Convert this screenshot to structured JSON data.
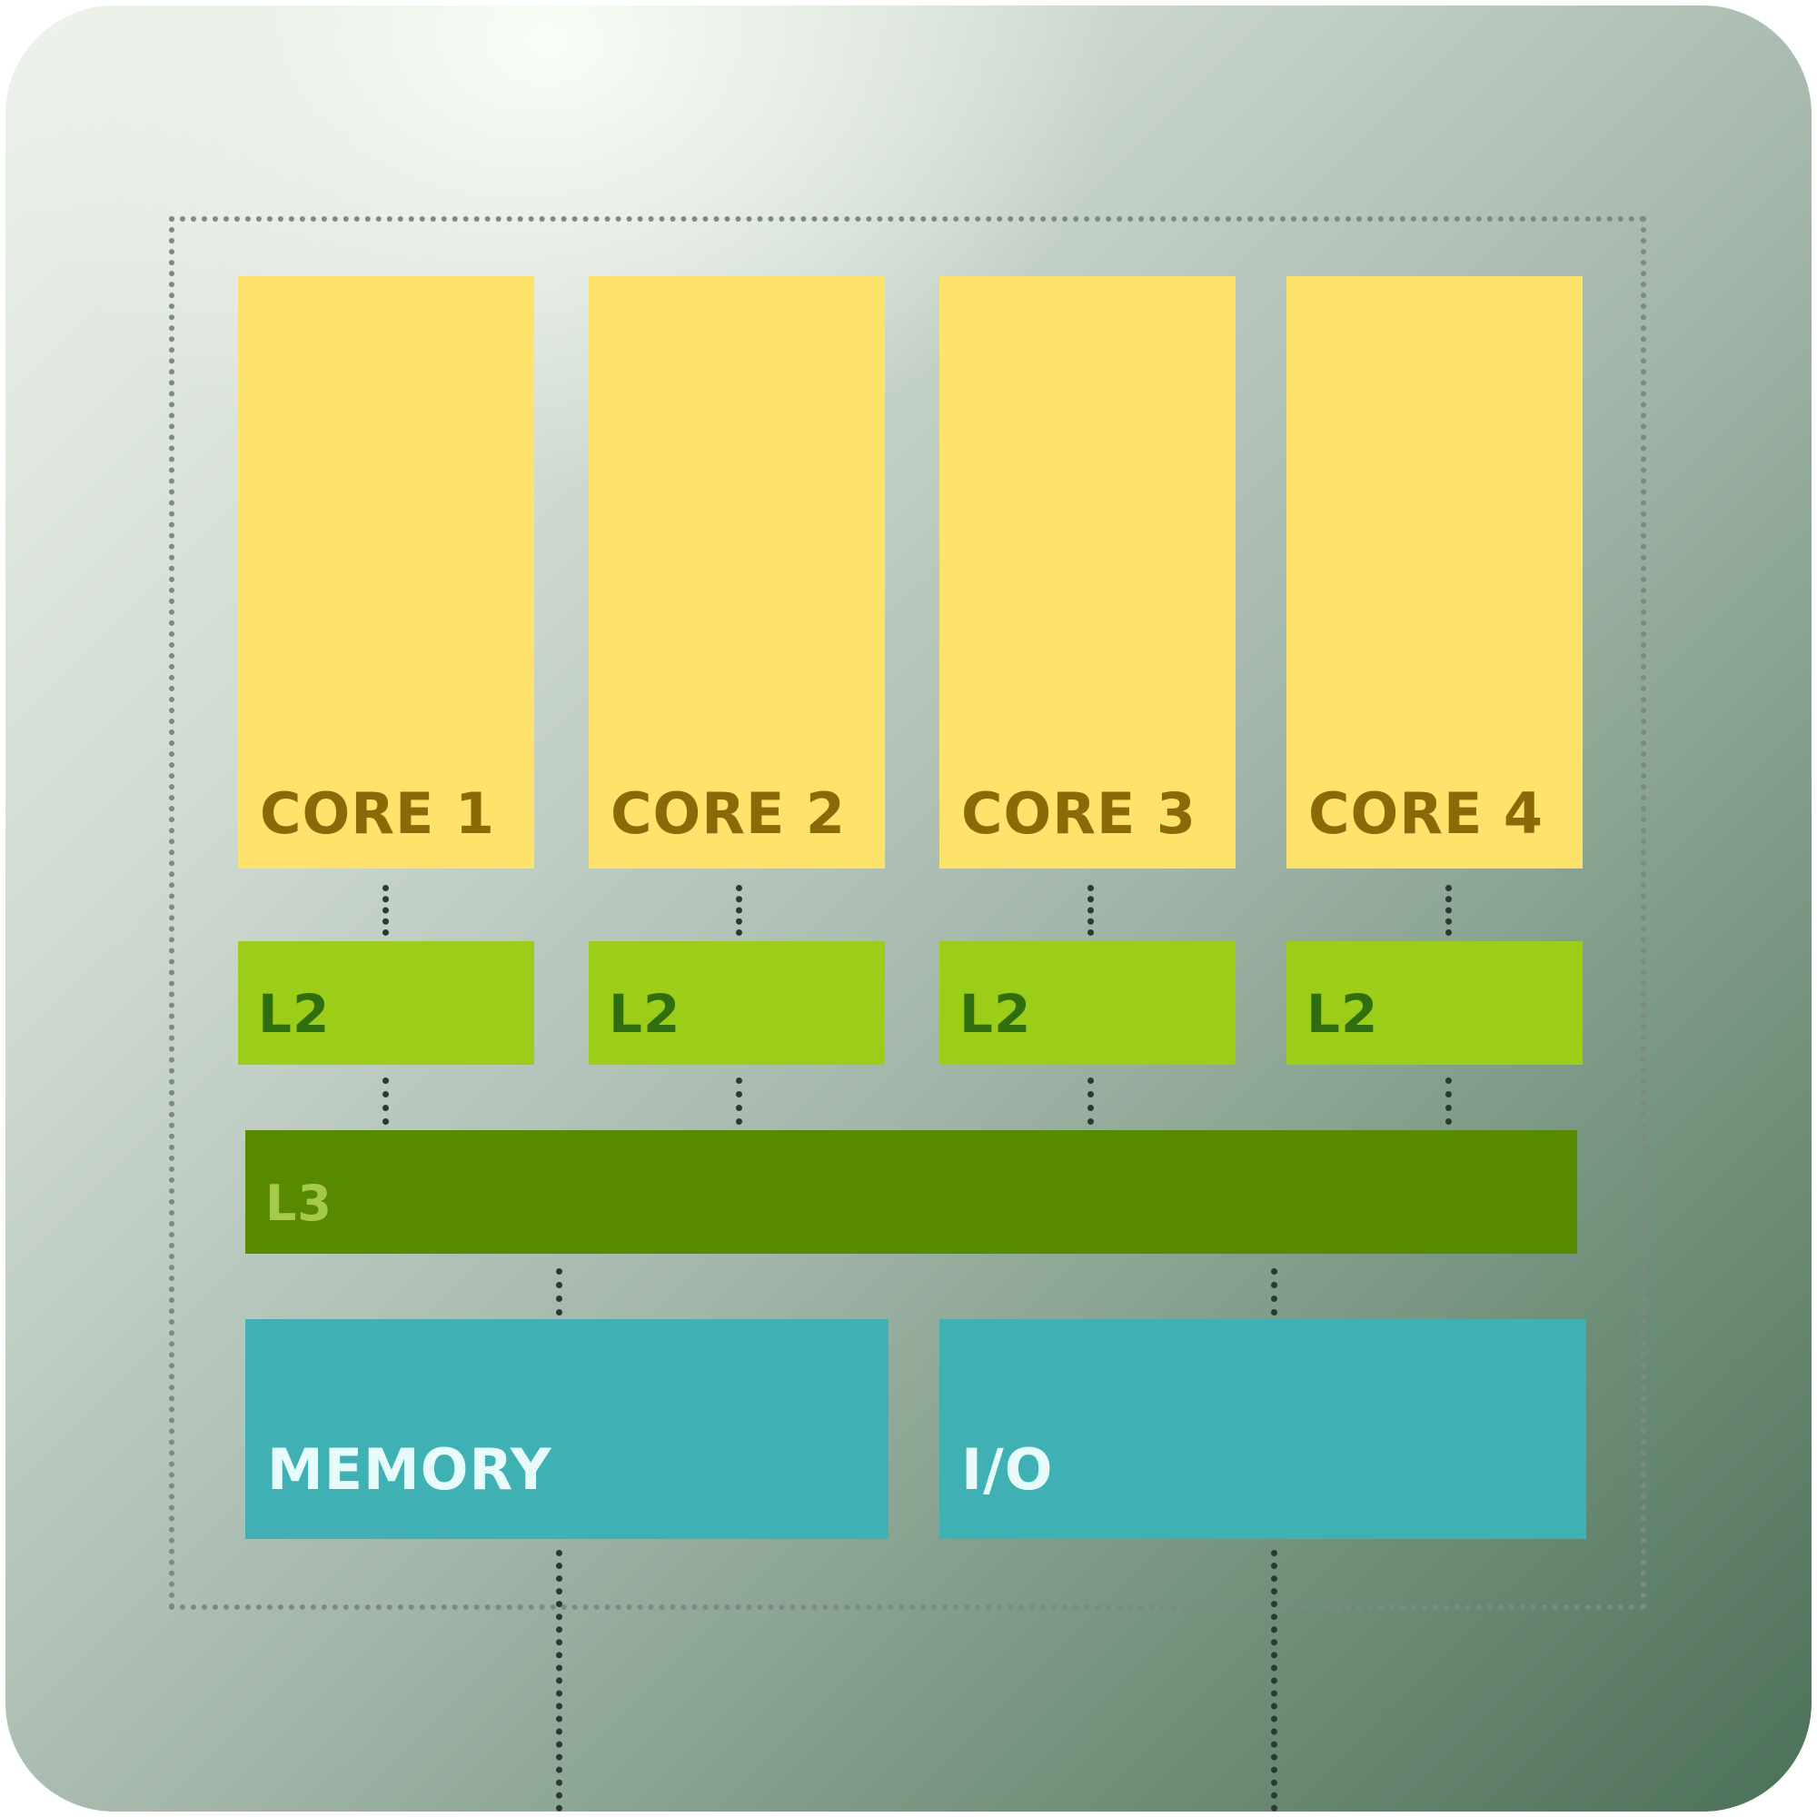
{
  "diagram": {
    "cores": [
      {
        "label": "CORE 1"
      },
      {
        "label": "CORE 2"
      },
      {
        "label": "CORE 3"
      },
      {
        "label": "CORE 4"
      }
    ],
    "l2_caches": [
      {
        "label": "L2"
      },
      {
        "label": "L2"
      },
      {
        "label": "L2"
      },
      {
        "label": "L2"
      }
    ],
    "l3_cache": {
      "label": "L3"
    },
    "memory": {
      "label": "MEMORY"
    },
    "io": {
      "label": "I/O"
    },
    "colors": {
      "core": "#fde26c",
      "l2": "#9ccd18",
      "l3": "#588a00",
      "memory_io": "#3fb0b4",
      "chip_background": "#a3b6aa"
    }
  }
}
